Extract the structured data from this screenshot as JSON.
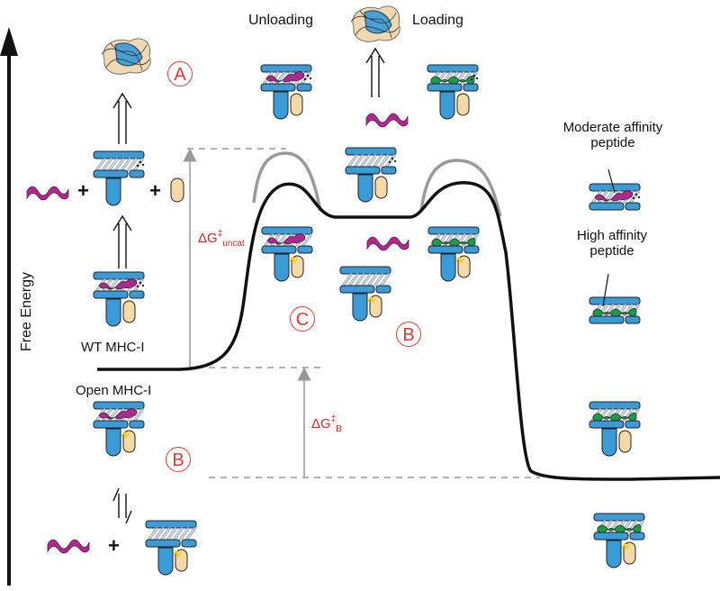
{
  "labels": {
    "unloading": "Unloading",
    "loading": "Loading",
    "moderate_affinity": "Moderate affinity peptide",
    "high_affinity": "High affinity peptide",
    "wt_mhc": "WT MHC-I",
    "open_mhc": "Open MHC-I",
    "y_axis": "Free Energy",
    "plus": "+"
  },
  "markers": {
    "a": "A",
    "b": "B",
    "c": "C"
  },
  "energies": {
    "uncat_prefix": "ΔG",
    "uncat_sup": "‡",
    "uncat_sub": "uncat",
    "b_prefix": "ΔG",
    "b_sup": "‡",
    "b_sub": "B"
  },
  "colors": {
    "mhc_blue": "#3b9bd6",
    "b2m_tan": "#f5d9a6",
    "moderate_peptide": "#b0288f",
    "high_peptide": "#1f9a45",
    "curve_black": "#111111",
    "curve_gray": "#9a9a9a",
    "accent_red": "#e03a2f",
    "disulfide_yellow": "#f3d21b"
  }
}
